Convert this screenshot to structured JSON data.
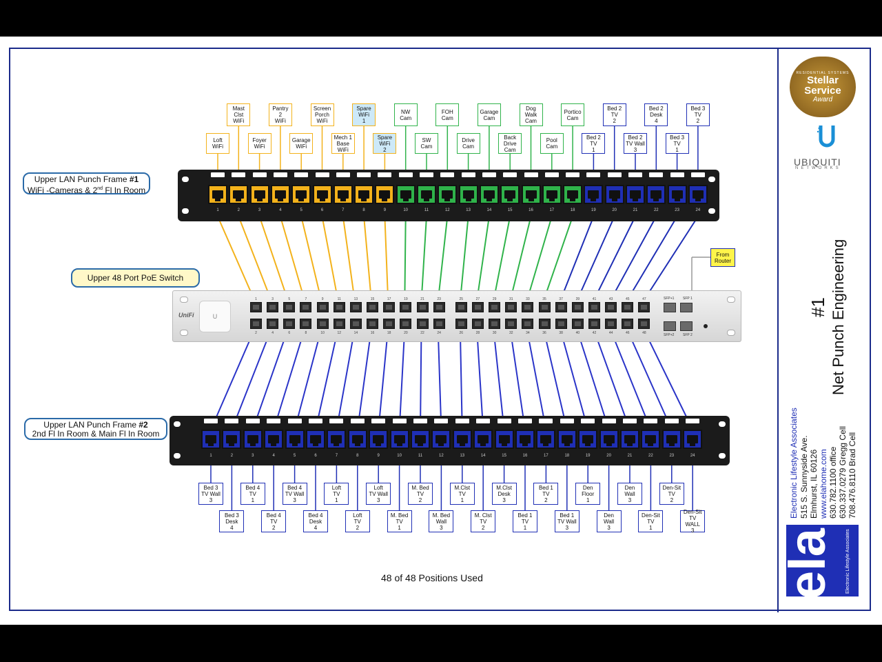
{
  "callouts": {
    "frame1_line1": "Upper LAN Punch Frame ",
    "frame1_num": "#1",
    "frame1_line2a": "WiFi -Cameras & 2",
    "frame1_line2_sup": "nd",
    "frame1_line2b": " Fl In Room",
    "switch": "Upper 48 Port PoE Switch",
    "frame2_line1": "Upper LAN Punch Frame ",
    "frame2_num": "#2",
    "frame2_line2": "2nd Fl In Room & Main Fl In Room",
    "from_router": "From\nRouter"
  },
  "footer": "48 of 48 Positions Used",
  "title": {
    "number": "#1",
    "name": "Net Punch Engineering"
  },
  "company": {
    "name": "Electronic Lifestyle Associates",
    "address1": "515 S. Sunnyside Ave.",
    "address2": "Elmhurst, IL 60126",
    "web": "www.elahome.com",
    "phone1": "630.782.1100 office",
    "phone2": "630.337.0279 Gregg Cell",
    "phone3": "708.476.8110 Brad Cell",
    "logo_text": "ela",
    "logo_sub": "Electronic Lifestyle Associates"
  },
  "badges": {
    "award_top": "RESIDENTIAL SYSTEMS",
    "award_line1": "Stellar",
    "award_line2": "Service",
    "award_line3": "Award",
    "ubiquiti": "UBIQUITI",
    "networks": "NETWORKS",
    "unifi": "UniFi"
  },
  "switch_labels": {
    "sfp1": "SFP+1",
    "sfp2": "SFP+2",
    "sfp_a": "SFP 1",
    "sfp_b": "SFP 2"
  },
  "colors": {
    "wifi": "#f3b21b",
    "camera": "#2fb34a",
    "room": "#1f2fb5",
    "wire_blue": "#2a34c8"
  },
  "frame1_ports": [
    {
      "n": "1",
      "t": "wifi",
      "label": "Loft\nWiFi",
      "row": "low"
    },
    {
      "n": "2",
      "t": "wifi",
      "label": "Mast\nClst\nWiFi",
      "row": "high"
    },
    {
      "n": "3",
      "t": "wifi",
      "label": "Foyer\nWiFi",
      "row": "low"
    },
    {
      "n": "4",
      "t": "wifi",
      "label": "Pantry 2\nWiFi",
      "row": "high"
    },
    {
      "n": "5",
      "t": "wifi",
      "label": "Garage\nWiFi",
      "row": "low"
    },
    {
      "n": "6",
      "t": "wifi",
      "label": "Screen\nPorch\nWiFi",
      "row": "high"
    },
    {
      "n": "7",
      "t": "wifi",
      "label": "Mech 1\nBase\nWiFi",
      "row": "low"
    },
    {
      "n": "8",
      "t": "wifi",
      "label": "Spare\nWiFi\n1",
      "row": "high",
      "spare": true
    },
    {
      "n": "9",
      "t": "wifi",
      "label": "Spare\nWiFi\n2",
      "row": "low",
      "spare": true
    },
    {
      "n": "10",
      "t": "camera",
      "label": "NW\nCam",
      "row": "high"
    },
    {
      "n": "11",
      "t": "camera",
      "label": "SW\nCam",
      "row": "low"
    },
    {
      "n": "12",
      "t": "camera",
      "label": "FOH\nCam",
      "row": "high"
    },
    {
      "n": "13",
      "t": "camera",
      "label": "Drive\nCam",
      "row": "low"
    },
    {
      "n": "14",
      "t": "camera",
      "label": "Garage\nCam",
      "row": "high"
    },
    {
      "n": "15",
      "t": "camera",
      "label": "Back\nDrive\nCam",
      "row": "low"
    },
    {
      "n": "16",
      "t": "camera",
      "label": "Dog\nWalk\nCam",
      "row": "high"
    },
    {
      "n": "17",
      "t": "camera",
      "label": "Pool\nCam",
      "row": "low"
    },
    {
      "n": "18",
      "t": "camera",
      "label": "Portico\nCam",
      "row": "high"
    },
    {
      "n": "19",
      "t": "room",
      "label": "Bed 2\nTV\n1",
      "row": "low"
    },
    {
      "n": "20",
      "t": "room",
      "label": "Bed 2\nTV\n2",
      "row": "high"
    },
    {
      "n": "21",
      "t": "room",
      "label": "Bed 2\nTV Wall\n3",
      "row": "low"
    },
    {
      "n": "22",
      "t": "room",
      "label": "Bed 2\nDesk\n4",
      "row": "high"
    },
    {
      "n": "23",
      "t": "room",
      "label": "Bed 3\nTV\n1",
      "row": "low"
    },
    {
      "n": "24",
      "t": "room",
      "label": "Bed 3\nTV\n2",
      "row": "high"
    }
  ],
  "frame2_ports": [
    {
      "n": "1",
      "label": "Bed 3\nTV Wall\n3",
      "row": "high"
    },
    {
      "n": "2",
      "label": "Bed 3\nDesk\n4",
      "row": "low"
    },
    {
      "n": "3",
      "label": "Bed 4\nTV\n1",
      "row": "high"
    },
    {
      "n": "4",
      "label": "Bed 4\nTV\n2",
      "row": "low"
    },
    {
      "n": "5",
      "label": "Bed 4\nTV Wall\n3",
      "row": "high"
    },
    {
      "n": "6",
      "label": "Bed 4\nDesk\n4",
      "row": "low"
    },
    {
      "n": "7",
      "label": "Loft\nTV\n1",
      "row": "high"
    },
    {
      "n": "8",
      "label": "Loft\nTV\n2",
      "row": "low"
    },
    {
      "n": "9",
      "label": "Loft\nTV Wall\n3",
      "row": "high"
    },
    {
      "n": "10",
      "label": "M. Bed\nTV\n1",
      "row": "low"
    },
    {
      "n": "11",
      "label": "M. Bed\nTV\n2",
      "row": "high"
    },
    {
      "n": "12",
      "label": "M. Bed\nWall\n3",
      "row": "low"
    },
    {
      "n": "13",
      "label": "M.Clst\nTV\n1",
      "row": "high"
    },
    {
      "n": "14",
      "label": "M. Clst\nTV\n2",
      "row": "low"
    },
    {
      "n": "15",
      "label": "M.Clst\nDesk\n3",
      "row": "high"
    },
    {
      "n": "16",
      "label": "Bed 1\nTV\n1",
      "row": "low"
    },
    {
      "n": "17",
      "label": "Bed 1\nTV\n2",
      "row": "high"
    },
    {
      "n": "18",
      "label": "Bed 1\nTV Wall\n3",
      "row": "low"
    },
    {
      "n": "19",
      "label": "Den\nFloor\n1",
      "row": "high"
    },
    {
      "n": "20",
      "label": "Den\nWall\n3",
      "row": "low"
    },
    {
      "n": "21",
      "label": "Den\nWall\n3",
      "row": "high"
    },
    {
      "n": "22",
      "label": "Den-Sit\nTV\n1",
      "row": "low"
    },
    {
      "n": "23",
      "label": "Den-Sit\nTV\n2",
      "row": "high"
    },
    {
      "n": "24",
      "label": "Den-Sit\nTV WALL\n3",
      "row": "low"
    }
  ],
  "switch_ports_top": [
    "1",
    "3",
    "5",
    "7",
    "9",
    "11",
    "13",
    "15",
    "17",
    "19",
    "21",
    "23",
    "25",
    "27",
    "29",
    "31",
    "33",
    "35",
    "37",
    "39",
    "41",
    "43",
    "45",
    "47"
  ],
  "switch_ports_bottom": [
    "2",
    "4",
    "6",
    "8",
    "10",
    "12",
    "14",
    "16",
    "18",
    "20",
    "22",
    "24",
    "26",
    "28",
    "30",
    "32",
    "34",
    "36",
    "38",
    "40",
    "42",
    "44",
    "46",
    "48"
  ]
}
